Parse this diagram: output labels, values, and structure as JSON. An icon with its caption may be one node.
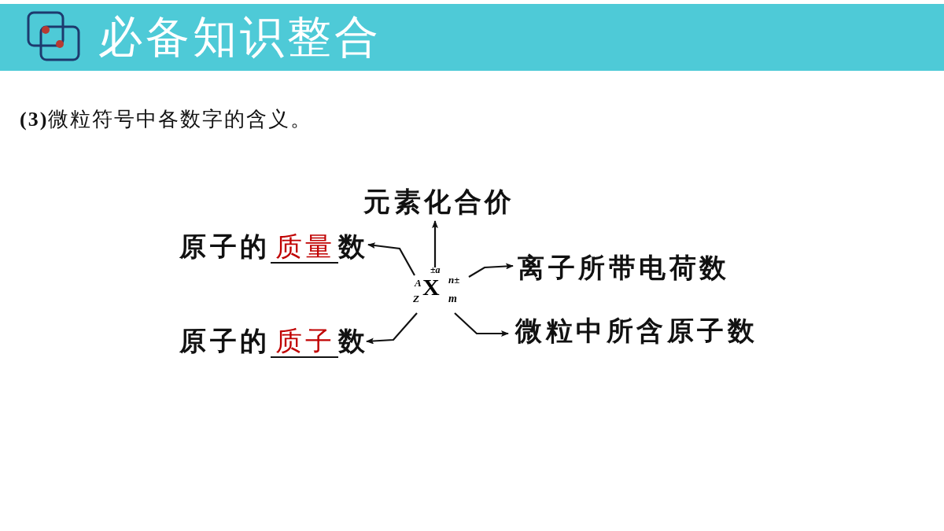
{
  "diagram": {
    "title": "必备知识整合",
    "nodes": [
      {
        "text": [
          "±a",
          "A",
          "X",
          "n±",
          "Z",
          "m"
        ]
      },
      {
        "text": [
          "元素化合价"
        ]
      },
      {
        "text": [
          "原子的",
          "质量",
          "数"
        ]
      },
      {
        "text": [
          "离子所带电荷数"
        ]
      },
      {
        "text": [
          "原子的",
          "质子",
          "数"
        ]
      },
      {
        "text": [
          "微粒中所含原子数"
        ]
      }
    ],
    "edges": [
      {
        "from": 0,
        "to": 1,
        "arrow": "to"
      },
      {
        "from": 0,
        "to": 2,
        "arrow": "to"
      },
      {
        "from": 0,
        "to": 3,
        "arrow": "to"
      },
      {
        "from": 0,
        "to": 4,
        "arrow": "to"
      },
      {
        "from": 0,
        "to": 5,
        "arrow": "to"
      }
    ],
    "labels": [
      "**(3)**微粒符号中各数字的含义。"
    ]
  }
}
